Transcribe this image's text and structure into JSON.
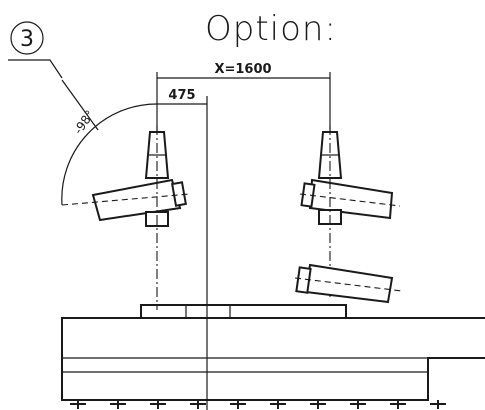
{
  "title": "Option:",
  "position_badge": "3",
  "dimensions": {
    "x_distance": "X=1600",
    "offset": "475",
    "angle": "-98°"
  },
  "colors": {
    "ink": "#1a1a1a",
    "background": "#ffffff"
  }
}
